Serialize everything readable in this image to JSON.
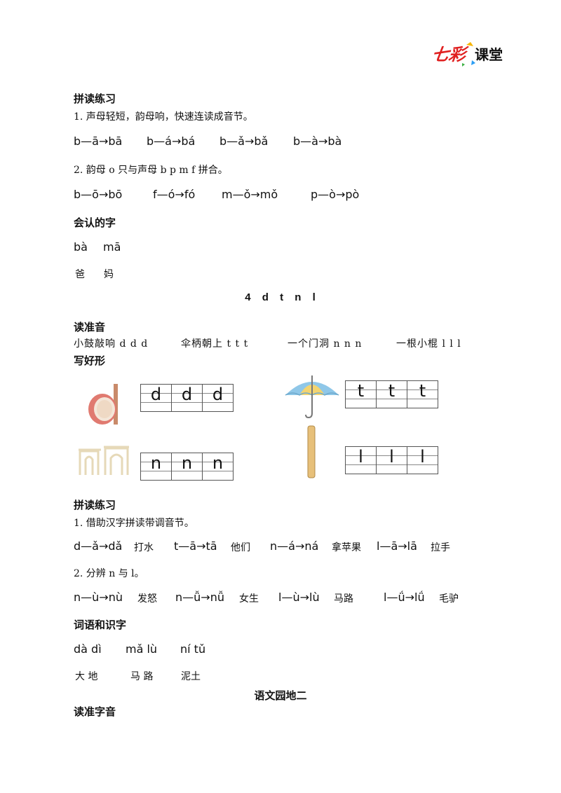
{
  "logo": {
    "brand": "七彩",
    "text": "课堂"
  },
  "section1": {
    "title": "拼读练习",
    "item1": "1. 声母轻短，韵母响，快速连读成音节。",
    "row1": [
      "b—ā→bā",
      "b—á→bá",
      "b—ǎ→bǎ",
      "b—à→bà"
    ],
    "item2": "2. 韵母 o 只与声母 b p m f 拼合。",
    "row2": [
      "b—ō→bō",
      "f—ó→fó",
      "m—ǒ→mǒ",
      "p—ò→pò"
    ]
  },
  "section2": {
    "title": "会认的字",
    "pinyin": [
      "bà",
      "mā"
    ],
    "chars": [
      "爸",
      "妈"
    ]
  },
  "lesson": {
    "title": "4 d t n l"
  },
  "section3": {
    "title": "读准音",
    "phrases": [
      "小鼓敲响 d d d",
      "伞柄朝上 t t t",
      "一个门洞 n n n",
      "一根小棍 l l l"
    ]
  },
  "section4": {
    "title": "写好形",
    "grids": {
      "d": [
        "d",
        "d",
        "d"
      ],
      "t": [
        "t",
        "t",
        "t"
      ],
      "n": [
        "n",
        "n",
        "n"
      ],
      "l": [
        "l",
        "l",
        "l"
      ]
    }
  },
  "section5": {
    "title": "拼读练习",
    "item1": "1. 借助汉字拼读带调音节。",
    "row1": [
      {
        "py": "d—ǎ→dǎ",
        "hz": "打水"
      },
      {
        "py": "t—ā→tā",
        "hz": "他们"
      },
      {
        "py": "n—á→ná",
        "hz": "拿苹果"
      },
      {
        "py": "l—ā→lā",
        "hz": "拉手"
      }
    ],
    "item2": "2. 分辨 n 与 l。",
    "row2": [
      {
        "py": "n—ù→nù",
        "hz": "发怒"
      },
      {
        "py": "n—ǚ→nǚ",
        "hz": "女生"
      },
      {
        "py": "l—ù→lù",
        "hz": "马路"
      },
      {
        "py": "l—ǘ→lǘ",
        "hz": "毛驴"
      }
    ]
  },
  "section6": {
    "title": "词语和识字",
    "pinyin": [
      "dà dì",
      "mǎ lù",
      "ní tǔ"
    ],
    "chars": [
      "大 地",
      "马 路",
      "泥土"
    ]
  },
  "garden": {
    "title": "语文园地二"
  },
  "section7": {
    "title": "读准字音"
  }
}
